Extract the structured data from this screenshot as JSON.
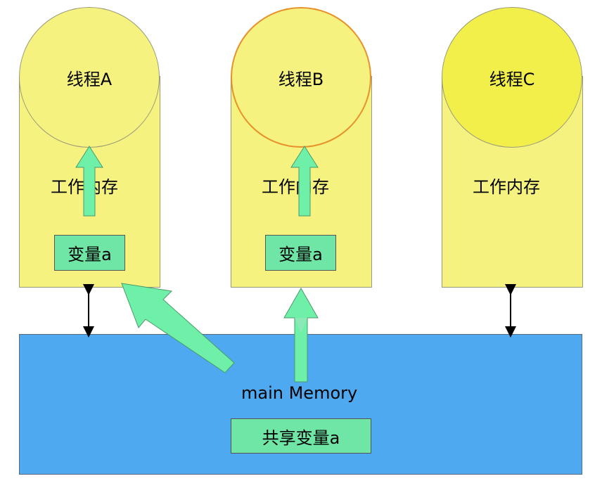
{
  "threads": [
    {
      "name": "线程A",
      "memory_label": "工作内存",
      "variable": "变量a"
    },
    {
      "name": "线程B",
      "memory_label": "工作内存",
      "variable": "变量a"
    },
    {
      "name": "线程C",
      "memory_label": "工作内存"
    }
  ],
  "main_memory": {
    "label": "main Memory",
    "shared_variable": "共享变量a"
  },
  "colors": {
    "thread_fill": "#f5f280",
    "thread_c_circle": "#f2ee4a",
    "thread_b_border": "#e8902a",
    "variable_fill": "#6fe6a5",
    "main_memory_fill": "#4fa9f0",
    "arrow_fill": "#6ff0a8"
  }
}
